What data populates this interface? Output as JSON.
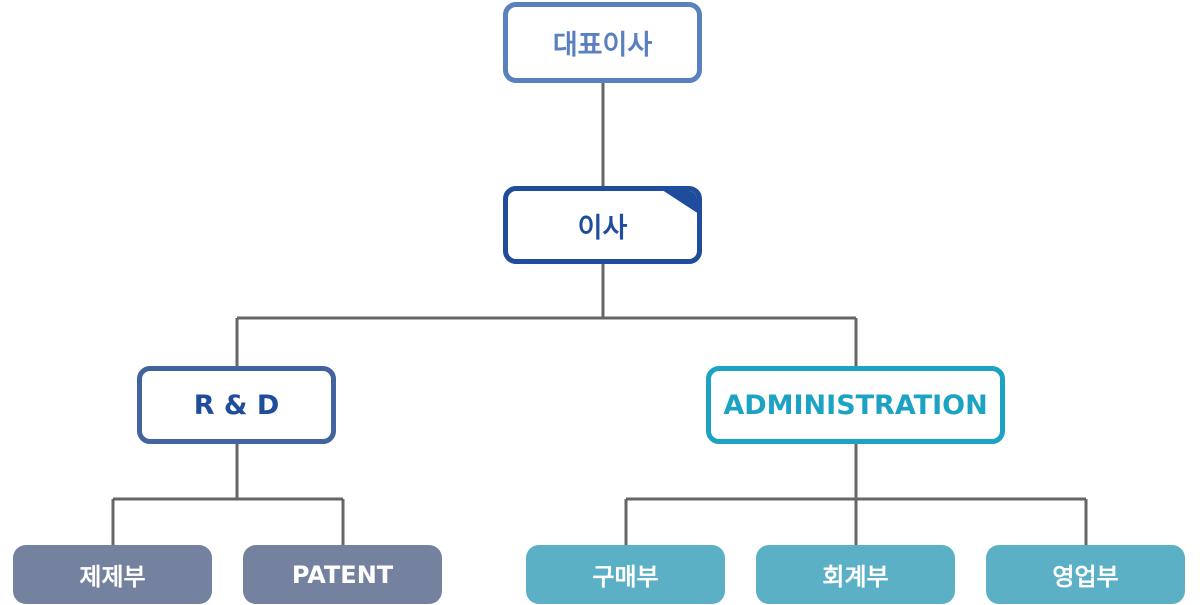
{
  "nodes": {
    "ceo": "대표이사",
    "director": "이사",
    "rnd": "R & D",
    "administration": "ADMINISTRATION",
    "manufacturing": "제제부",
    "patent": "PATENT",
    "purchasing": "구매부",
    "accounting": "회계부",
    "sales": "영업부"
  },
  "colors": {
    "ceo_border": "#5a80c0",
    "director_border": "#1f4d9c",
    "rnd_border": "#42639e",
    "admin_border": "#1ca3c4",
    "rnd_leaf_fill": "#74829f",
    "admin_leaf_fill": "#5bb0c5",
    "connector": "#666666"
  }
}
